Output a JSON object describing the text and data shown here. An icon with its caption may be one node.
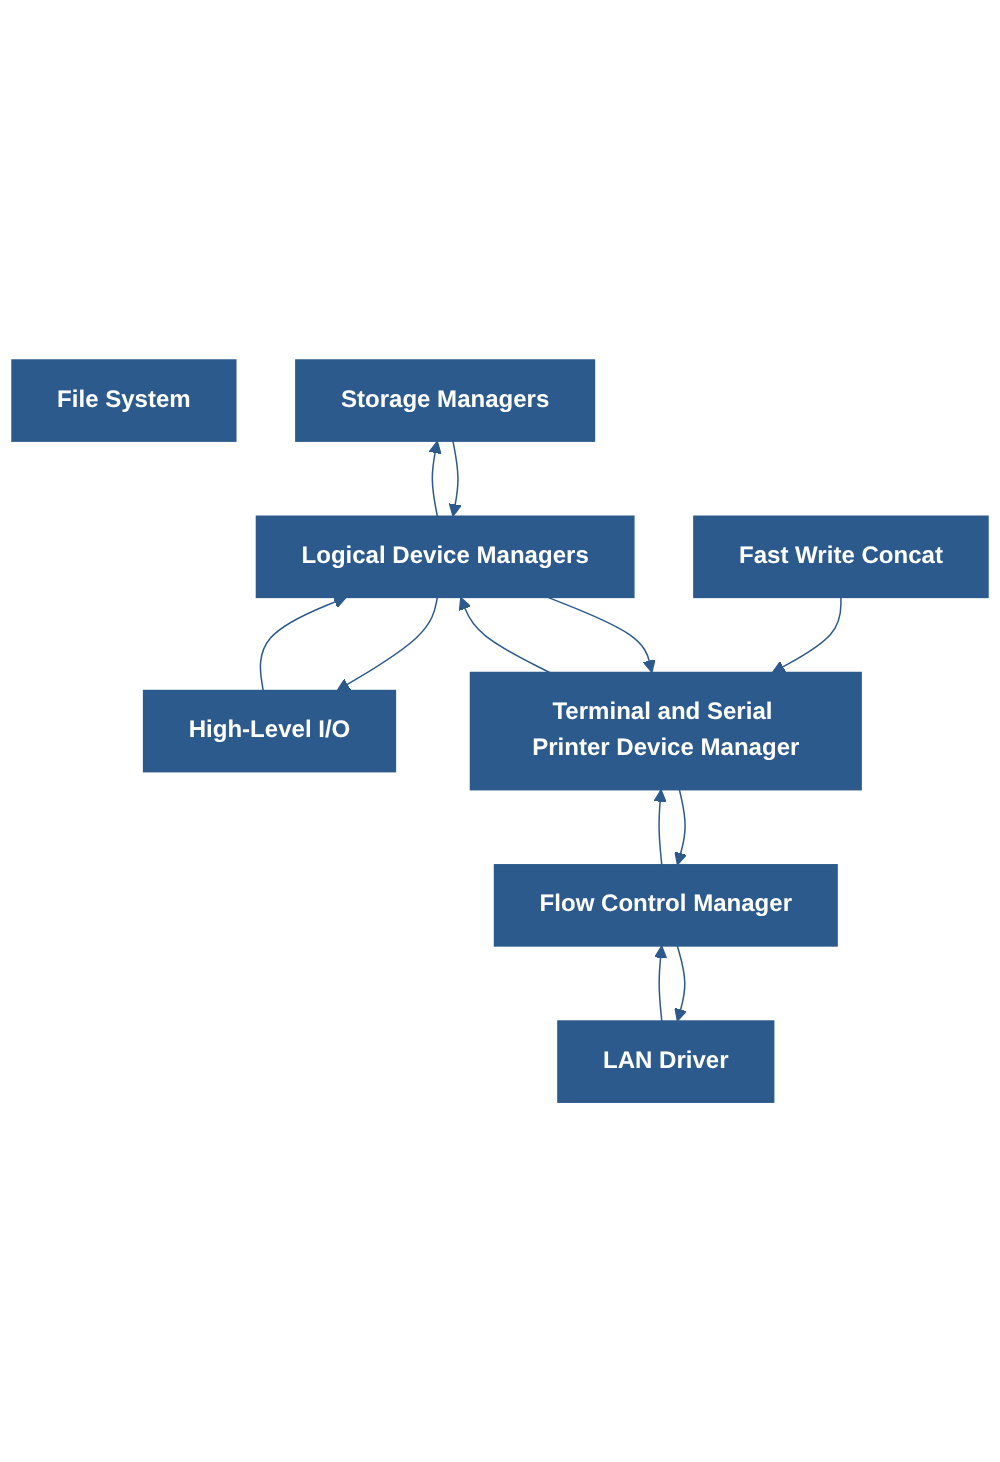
{
  "diagram": {
    "nodes": [
      {
        "text": [
          "File System"
        ]
      },
      {
        "text": [
          "Storage Managers"
        ]
      },
      {
        "text": [
          "High-Level I/O"
        ]
      },
      {
        "text": [
          "Fast Write Concat"
        ]
      },
      {
        "text": [
          "Logical Device Managers"
        ]
      },
      {
        "text": [
          "Terminal and Serial Printer Device Manager"
        ]
      },
      {
        "text": [
          "Flow Control Manager"
        ]
      },
      {
        "text": [
          "LAN Driver"
        ]
      }
    ],
    "edges": [
      {
        "from": 1,
        "to": 4,
        "arrow": "to"
      },
      {
        "from": 4,
        "to": 1,
        "arrow": "to"
      },
      {
        "from": 4,
        "to": 2,
        "arrow": "to"
      },
      {
        "from": 2,
        "to": 4,
        "arrow": "to"
      },
      {
        "from": 3,
        "to": 5,
        "arrow": "to"
      },
      {
        "from": 5,
        "to": 4,
        "arrow": "to"
      },
      {
        "from": 4,
        "to": 5,
        "arrow": "to"
      },
      {
        "from": 6,
        "to": 5,
        "arrow": "to"
      },
      {
        "from": 5,
        "to": 6,
        "arrow": "to"
      },
      {
        "from": 7,
        "to": 6,
        "arrow": "to"
      },
      {
        "from": 6,
        "to": 7,
        "arrow": "to"
      }
    ]
  }
}
